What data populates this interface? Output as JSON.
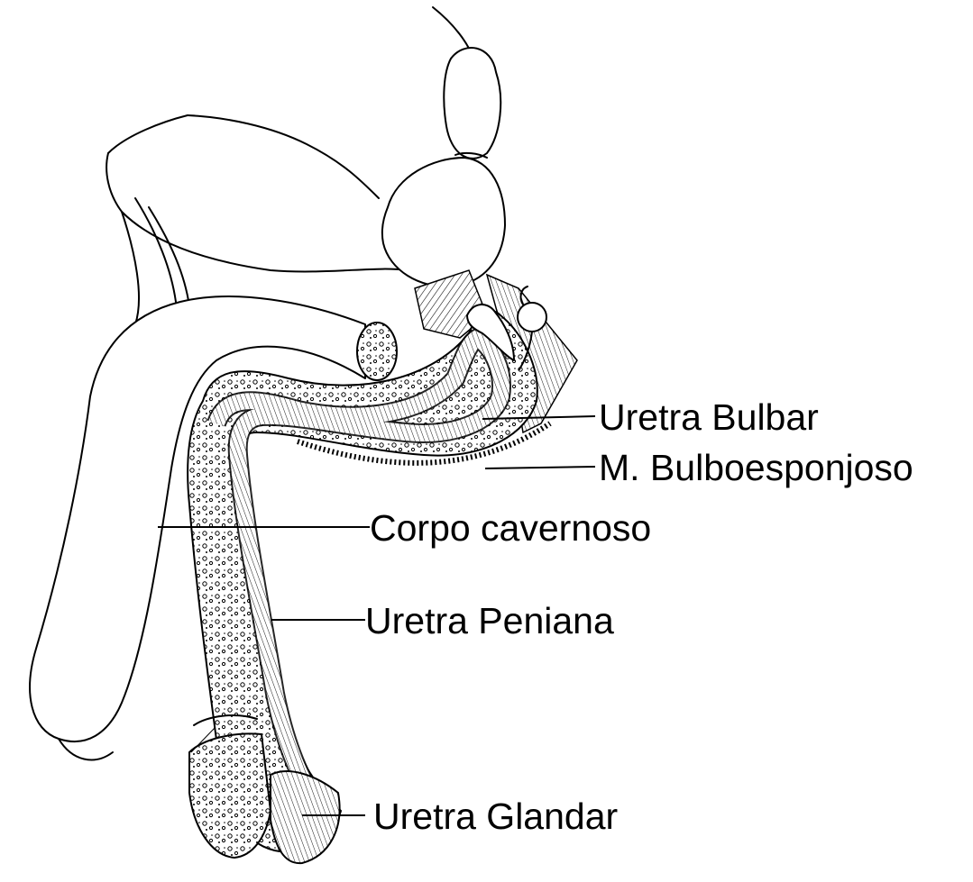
{
  "labels": {
    "uretra_bulbar": "Uretra Bulbar",
    "m_bulboesponjoso": "M. Bulboesponjoso",
    "corpo_cavernoso": "Corpo cavernoso",
    "uretra_peniana": "Uretra Peniana",
    "uretra_glandar": "Uretra Glandar"
  }
}
